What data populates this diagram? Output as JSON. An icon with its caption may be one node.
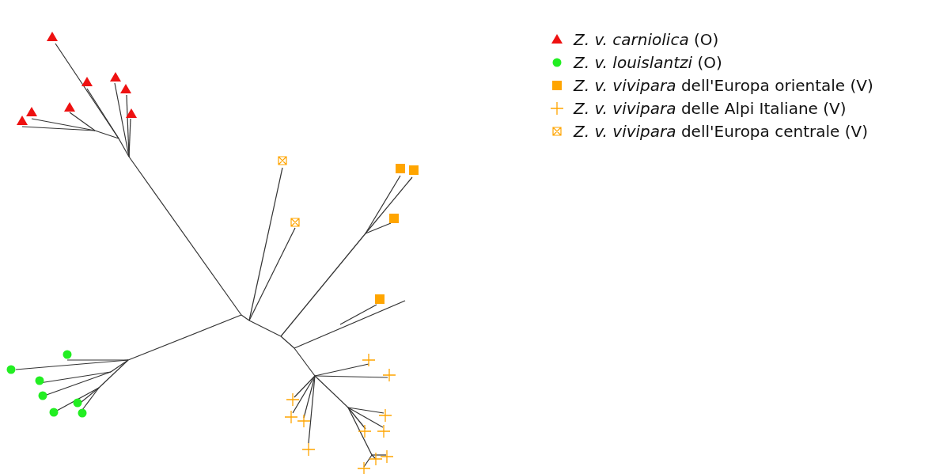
{
  "diagram": {
    "legend": [
      {
        "text": "*Z. v. carniolica* (O)"
      },
      {
        "text": "*Z. v. louislantzi* (O)"
      },
      {
        "text": "*Z. v. vivipara* dell'Europa orientale (V)"
      },
      {
        "text": "*Z. v. vivipara* delle Alpi Italiane (V)"
      },
      {
        "text": "*Z. v. vivipara* dell'Europa centrale (V)"
      }
    ]
  }
}
